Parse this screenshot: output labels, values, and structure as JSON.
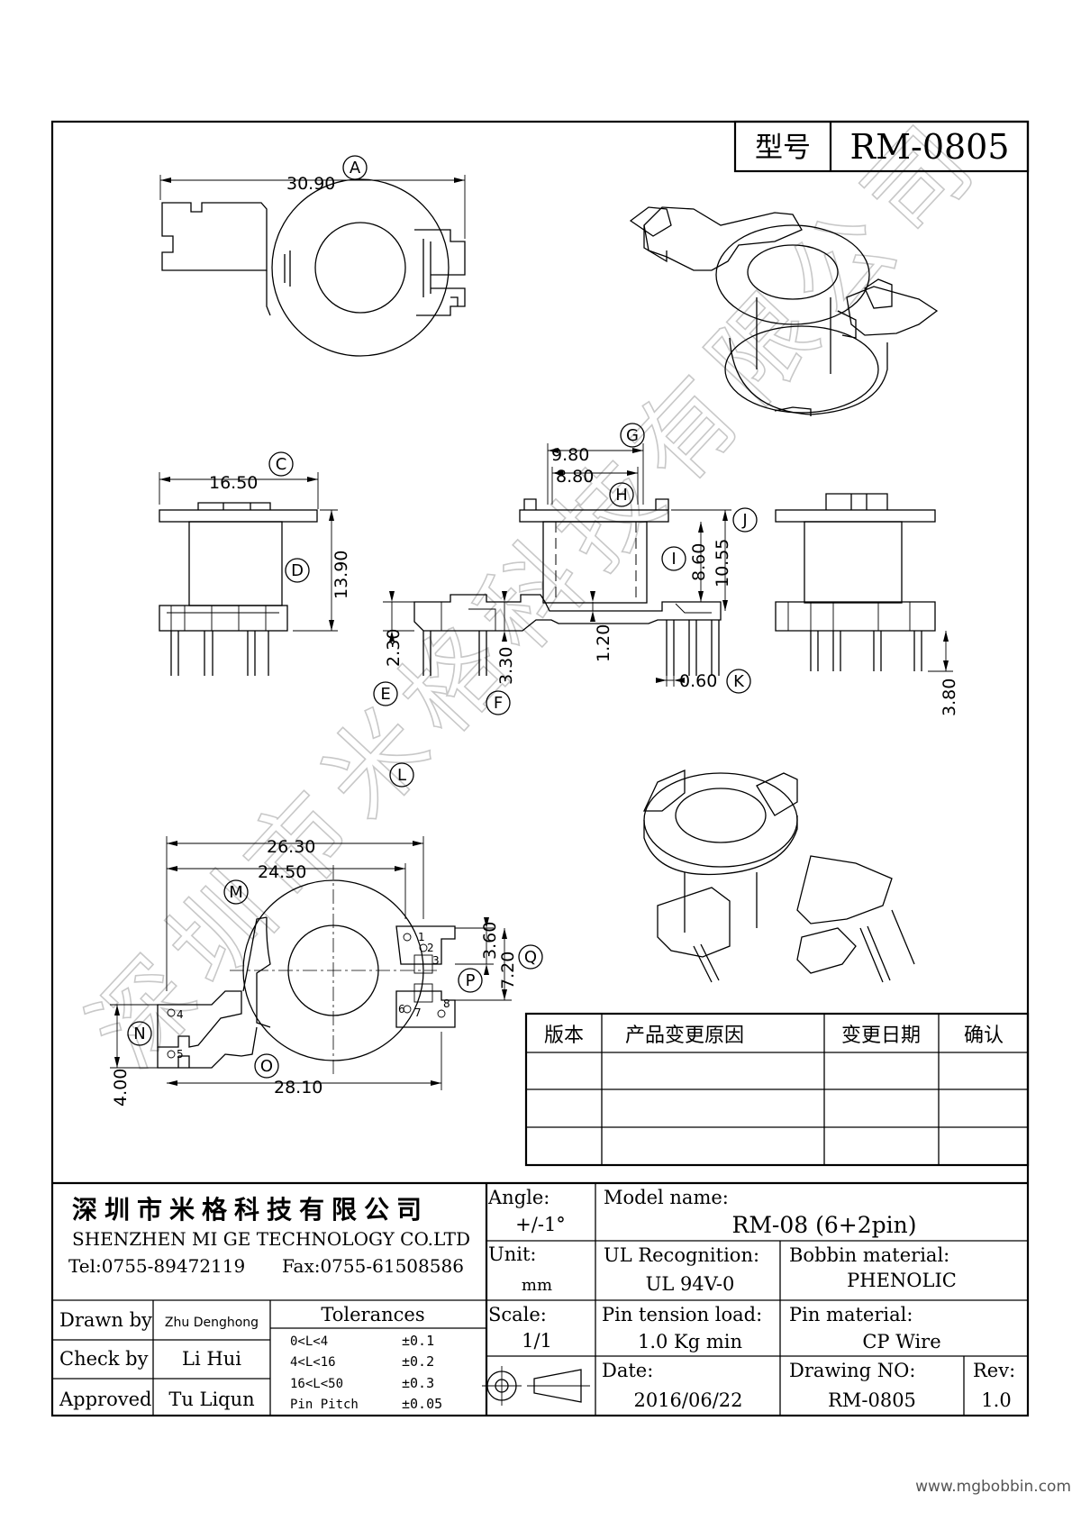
{
  "title_box": {
    "label": "型号",
    "value": "RM-0805"
  },
  "dimensions": {
    "A": {
      "letter": "A",
      "value": "30.90"
    },
    "C": {
      "letter": "C",
      "value": "16.50"
    },
    "D": {
      "letter": "D",
      "value": "13.90"
    },
    "E": {
      "letter": "E",
      "value": "2.30"
    },
    "F": {
      "letter": "F",
      "value": "3.30"
    },
    "G": {
      "letter": "G",
      "value": "9.80"
    },
    "H": {
      "letter": "H",
      "value": "8.80"
    },
    "I": {
      "letter": "I",
      "value": "8.60"
    },
    "J": {
      "letter": "J",
      "value": "10.55"
    },
    "K": {
      "letter": "K",
      "value": "0.60"
    },
    "mid": {
      "value": "1.20"
    },
    "right": {
      "value": "3.80"
    },
    "L": {
      "letter": "L",
      "value": "26.30"
    },
    "M": {
      "letter": "M",
      "value": "24.50"
    },
    "N": {
      "letter": "N",
      "value": "4.00"
    },
    "O": {
      "letter": "O",
      "value": "28.10"
    },
    "P": {
      "letter": "P",
      "value": "3.60"
    },
    "Q": {
      "letter": "Q",
      "value": "7.20"
    }
  },
  "pin_numbers": [
    "1",
    "2",
    "3",
    "4",
    "5",
    "6",
    "7",
    "8"
  ],
  "revision_table": {
    "headers": [
      "版本",
      "产品变更原因",
      "变更日期",
      "确认"
    ],
    "rows": [
      [
        "",
        "",
        "",
        ""
      ],
      [
        "",
        "",
        "",
        ""
      ],
      [
        "",
        "",
        "",
        ""
      ]
    ]
  },
  "company": {
    "name_cn": "深圳市米格科技有限公司",
    "name_en": "SHENZHEN  MI GE TECHNOLOGY  CO.LTD",
    "tel": "Tel:0755-89472119",
    "fax": "Fax:0755-61508586"
  },
  "signoff": {
    "drawn_label": "Drawn by",
    "drawn_value": "Zhu Denghong",
    "check_label": "Check by",
    "check_value": "Li Hui",
    "approved_label": "Approved",
    "approved_value": "Tu Liqun"
  },
  "tolerances": {
    "title": "Tolerances",
    "rows": [
      {
        "range": "0<L<4",
        "tol": "±0.1"
      },
      {
        "range": "4<L<16",
        "tol": "±0.2"
      },
      {
        "range": "16<L<50",
        "tol": "±0.3"
      },
      {
        "range": "Pin Pitch",
        "tol": "±0.05"
      }
    ]
  },
  "specs": {
    "angle_label": "Angle:",
    "angle_value": "+/-1°",
    "unit_label": "Unit:",
    "unit_value": "mm",
    "scale_label": "Scale:",
    "scale_value": "1/1",
    "model_label": "Model name:",
    "model_value": "RM-08 (6+2pin)",
    "ul_label": "UL Recognition:",
    "ul_value": "UL 94V-0",
    "bobbin_label": "Bobbin material:",
    "bobbin_value": "PHENOLIC",
    "tension_label": "Pin tension load:",
    "tension_value": "1.0 Kg min",
    "pinmat_label": "Pin material:",
    "pinmat_value": "CP Wire",
    "date_label": "Date:",
    "date_value": "2016/06/22",
    "drawing_label": "Drawing NO:",
    "drawing_value": "RM-0805",
    "rev_label": "Rev:",
    "rev_value": "1.0"
  },
  "watermark": "深圳市米格科技有限公司",
  "footer_url": "www.mgbobbin.com"
}
